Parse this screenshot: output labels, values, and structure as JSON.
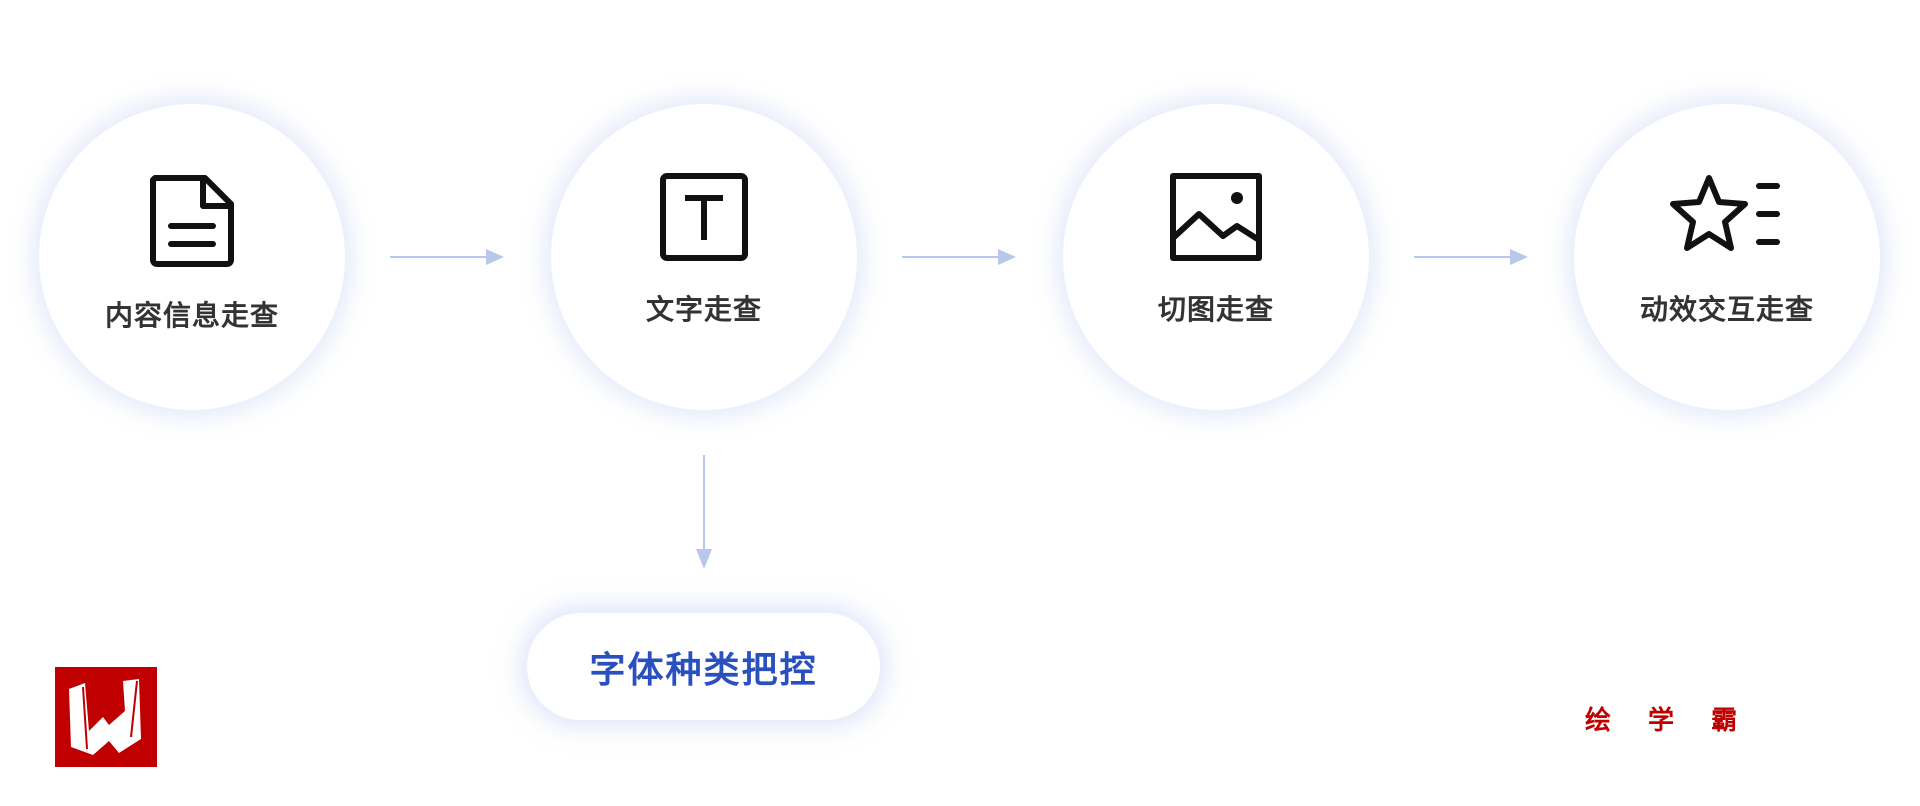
{
  "steps": [
    {
      "label": "内容信息走查",
      "icon": "document-icon"
    },
    {
      "label": "文字走查",
      "icon": "text-icon"
    },
    {
      "label": "切图走查",
      "icon": "image-icon"
    },
    {
      "label": "动效交互走查",
      "icon": "star-list-icon"
    }
  ],
  "sub_step": {
    "label": "字体种类把控"
  },
  "watermark": {
    "text": "绘 学 霸",
    "logo_letter": "W"
  },
  "colors": {
    "accent": "#2a4fbf",
    "arrow": "#b8c8ec",
    "brand": "#c00000"
  }
}
